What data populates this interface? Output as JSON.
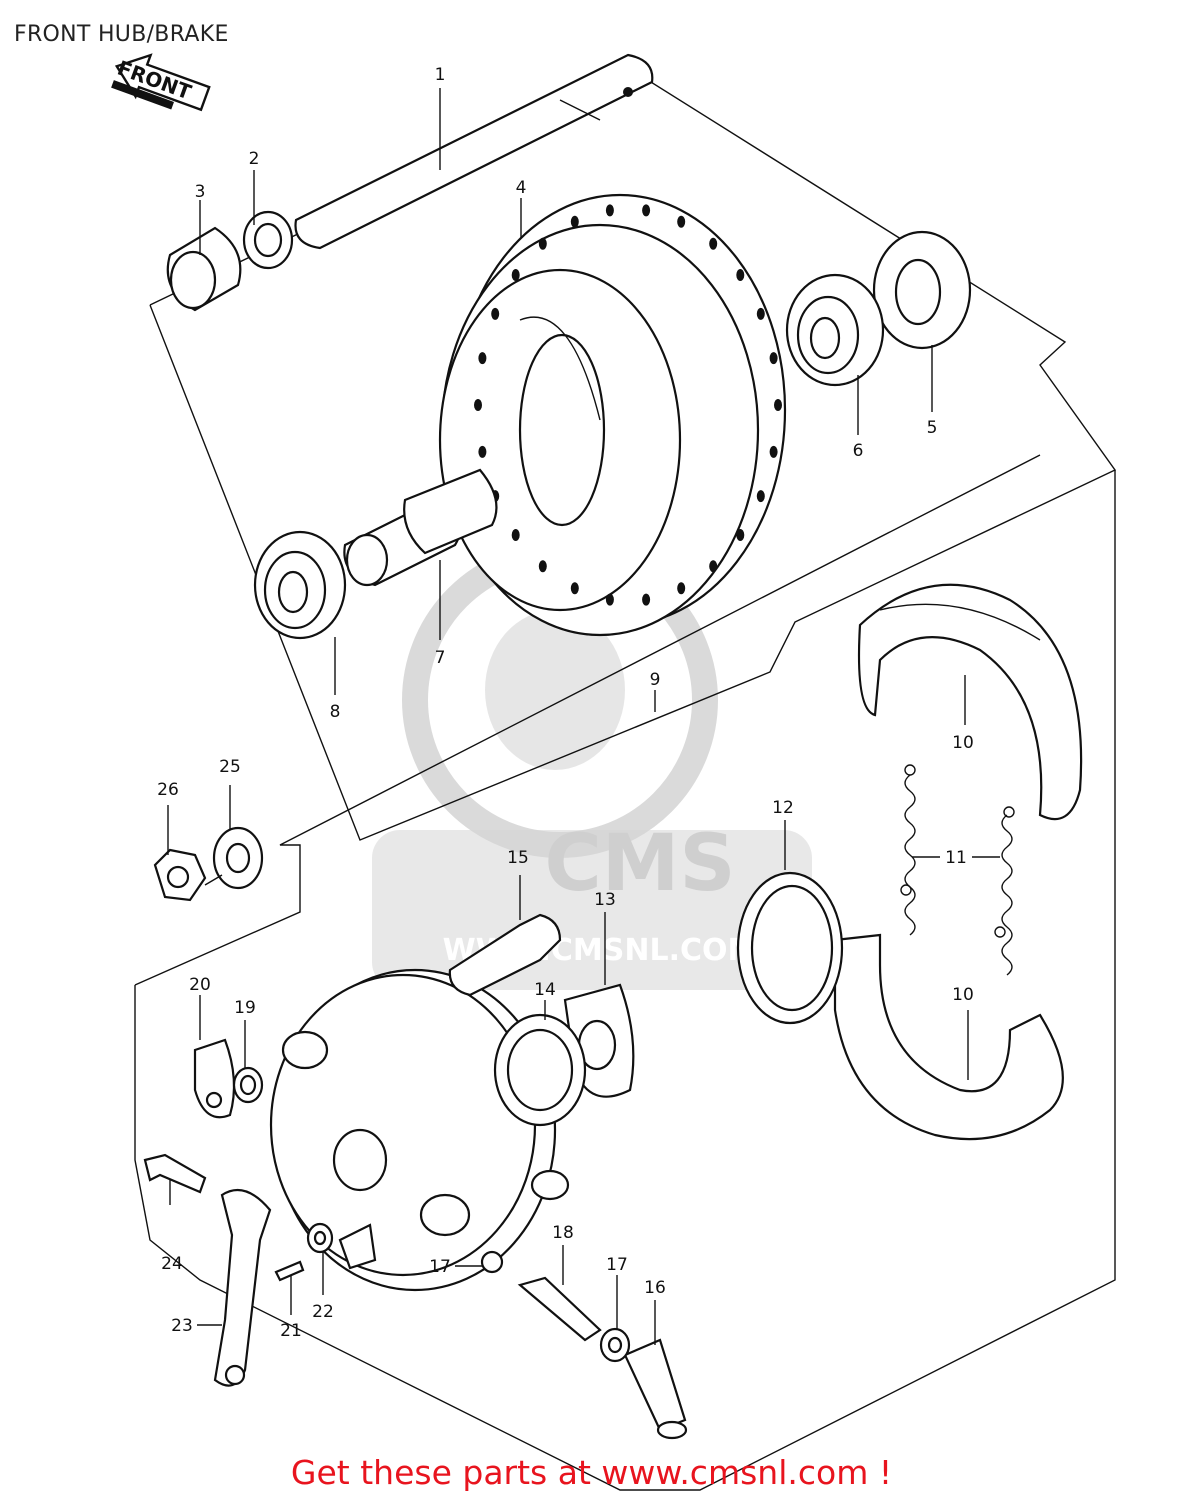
{
  "title": "FRONT HUB/BRAKE",
  "front_arrow_label": "FRONT",
  "watermark": {
    "logo_text": "CMS",
    "url_text": "WWW.CMSNL.COM"
  },
  "part_numbers": {
    "p1": "1",
    "p2": "2",
    "p3": "3",
    "p4": "4",
    "p5": "5",
    "p6": "6",
    "p7": "7",
    "p8": "8",
    "p9": "9",
    "p10a": "10",
    "p10b": "10",
    "p11": "11",
    "p12": "12",
    "p13": "13",
    "p14": "14",
    "p15": "15",
    "p16": "16",
    "p17a": "17",
    "p17b": "17",
    "p18": "18",
    "p19": "19",
    "p20": "20",
    "p21": "21",
    "p22": "22",
    "p23": "23",
    "p24": "24",
    "p25": "25",
    "p26": "26"
  },
  "footer": {
    "text": "Get these parts at www.cmsnl.com !",
    "color": "#e8141e"
  }
}
